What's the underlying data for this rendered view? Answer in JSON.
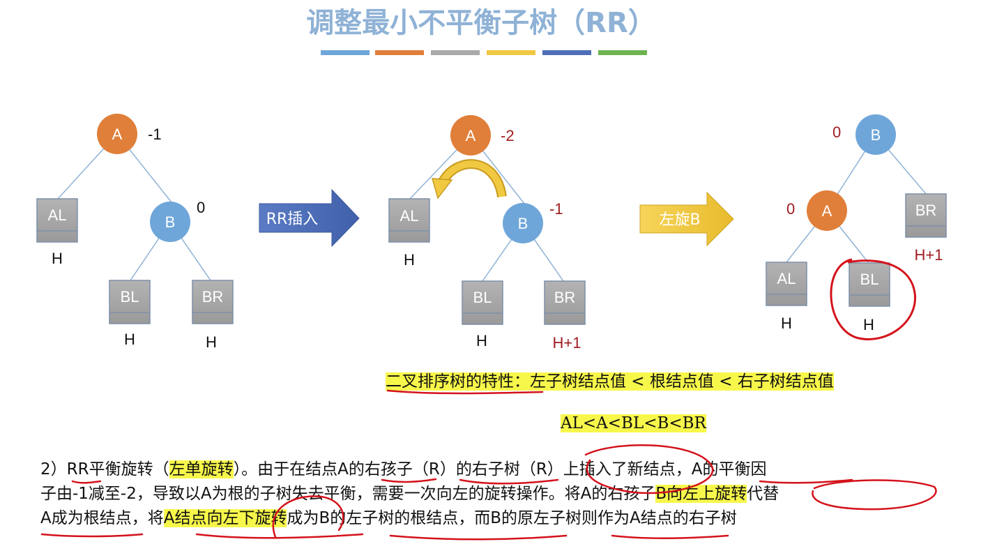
{
  "title": "调整最小不平衡子树（RR）",
  "title_bar_colors": [
    "#6fa6d9",
    "#e07f3a",
    "#a9a9a9",
    "#f1c842",
    "#4d6fb7",
    "#6db34f"
  ],
  "tree1": {
    "node_a": "A",
    "bf_a": "-1",
    "node_b": "B",
    "bf_b": "0",
    "box_al": "AL",
    "h_al": "H",
    "box_bl": "BL",
    "h_bl": "H",
    "box_br": "BR",
    "h_br": "H"
  },
  "arrow1": "RR插入",
  "tree2": {
    "node_a": "A",
    "bf_a": "-2",
    "node_b": "B",
    "bf_b": "-1",
    "box_al": "AL",
    "h_al": "H",
    "box_bl": "BL",
    "h_bl": "H",
    "box_br": "BR",
    "h_br": "H+1"
  },
  "arrow2": "左旋B",
  "tree3": {
    "node_b": "B",
    "bf_b": "0",
    "node_a": "A",
    "bf_a": "0",
    "box_al": "AL",
    "h_al": "H",
    "box_bl": "BL",
    "h_bl": "H",
    "box_br": "BR",
    "h_br": "H+1"
  },
  "property_note": "二叉排序树的特性：左子树结点值 < 根结点值 < 右子树结点值",
  "order_note": "AL<A<BL<B<BR",
  "paragraph": {
    "line1_a": "2）RR平衡旋转（",
    "line1_hl": "左单旋转",
    "line1_b": "）。由于在结点A的右孩子（R）的右子树（R）上插入了新结点，A的平衡因",
    "line2_a": "子由-1减至-2，导致以A为根的子树失去平衡，需要一次向左的旋转操作。将A的右孩子",
    "line2_hl": "B向左上旋转",
    "line2_b": "代替",
    "line3_a": "A成为根结点，将",
    "line3_hl": "A结点向左下旋转",
    "line3_b": "成为B的左子树的根结点，而B的原左子树则作为A结点的右子树"
  },
  "colors": {
    "node_a": "#e07f3a",
    "node_b": "#6fa6d9",
    "box": "#a6a6a6",
    "red_text": "#a01c20",
    "highlight": "#f7f74b",
    "arrow_blue": "#4d6fb7",
    "arrow_gold": "#f1c842",
    "pen_red": "#d4121b"
  }
}
